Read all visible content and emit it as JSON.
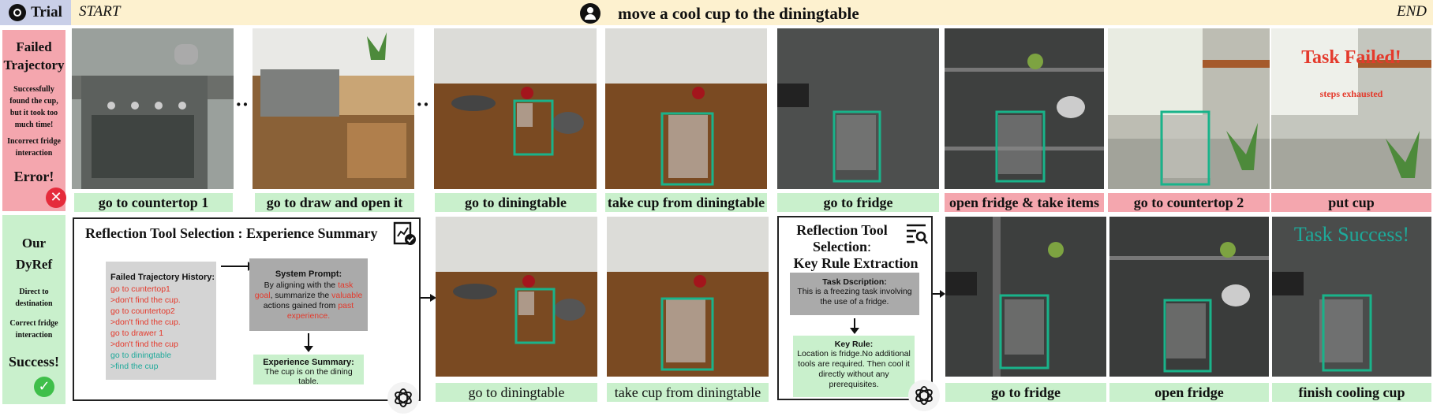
{
  "header": {
    "trial_label": "Trial",
    "start_label": "START",
    "end_label": "END",
    "task_text": "move a cool cup to the diningtable"
  },
  "failed": {
    "title_line1": "Failed",
    "title_line2": "Trajectory",
    "note1": "Successfully found the cup, but it took too much time!",
    "note2": "Incorrect fridge interaction",
    "status": "Error!",
    "steps": [
      "go to countertop 1",
      "go to draw and open it",
      "go to diningtable",
      "take cup from diningtable",
      "go to fridge",
      "open fridge & take items",
      "go to countertop 2",
      "put cup"
    ],
    "failed_title": "Task Failed!",
    "failed_sub": "steps exhausted"
  },
  "ours": {
    "title_line1": "Our",
    "title_line2": "DyRef",
    "note1": "Direct to destination",
    "note2": "Correct fridge interaction",
    "status": "Success!",
    "steps": [
      "go to diningtable",
      "take cup from diningtable",
      "go to fridge",
      "open fridge",
      "finish cooling cup"
    ],
    "success_title": "Task Success!"
  },
  "reflection1": {
    "title": "Reflection Tool Selection : Experience Summary",
    "history_title": "Failed Trajectory History:",
    "history": [
      {
        "text": "go to cuntertop1",
        "color": "red"
      },
      {
        "text": ">don't find the cup.",
        "color": "red"
      },
      {
        "text": "go to countertop2",
        "color": "red"
      },
      {
        "text": ">don't find the cup.",
        "color": "red"
      },
      {
        "text": "go to drawer 1",
        "color": "red"
      },
      {
        "text": ">don't find the cup",
        "color": "red"
      },
      {
        "text": "go to diningtable",
        "color": "teal"
      },
      {
        "text": ">find the cup",
        "color": "teal"
      }
    ],
    "prompt_title": "System Prompt:",
    "prompt_a": "By aligning with the ",
    "prompt_b": "task goal",
    "prompt_c": ", summarize the ",
    "prompt_d": "valuable",
    "prompt_e": " actions gained from ",
    "prompt_f": "past experience.",
    "summary_title": "Experience Summary:",
    "summary_text": "The cup is on the dining table."
  },
  "reflection2": {
    "title_a": "Reflection Tool",
    "title_b": "Selection",
    "title_c": ":",
    "title_d": "Key Rule Extraction",
    "desc_title": "Task Dscription:",
    "desc_text": "This is a freezing task involving the use of a fridge.",
    "rule_title": "Key Rule:",
    "rule_text": "Location is  fridge.No additional tools are required. Then cool it directly  without any prerequisites."
  },
  "colors": {
    "header_bg": "#fdf1cf",
    "trial_bg": "#c9cfe8",
    "fail_bg": "#f4a6ae",
    "success_bg": "#c9f0cc",
    "red_text": "#e43a2c",
    "teal_text": "#1ea99a",
    "bbox": "#19b38a"
  }
}
